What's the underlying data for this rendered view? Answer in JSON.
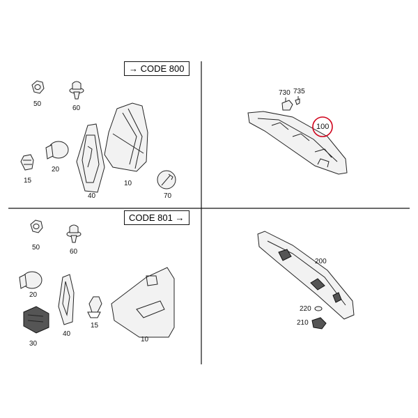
{
  "codes": {
    "top": "CODE 800",
    "bottom": "CODE 801"
  },
  "labels": {
    "tl": {
      "p50": "50",
      "p60": "60",
      "p15": "15",
      "p20": "20",
      "p40": "40",
      "p10": "10",
      "p70": "70"
    },
    "tr": {
      "p730": "730",
      "p735": "735",
      "p100": "100"
    },
    "bl": {
      "p50": "50",
      "p60": "60",
      "p20": "20",
      "p40": "40",
      "p15": "15",
      "p30": "30",
      "p10": "10"
    },
    "br": {
      "p200": "200",
      "p220": "220",
      "p210": "210"
    }
  },
  "highlight": {
    "part": "100",
    "color": "#d0021b"
  }
}
